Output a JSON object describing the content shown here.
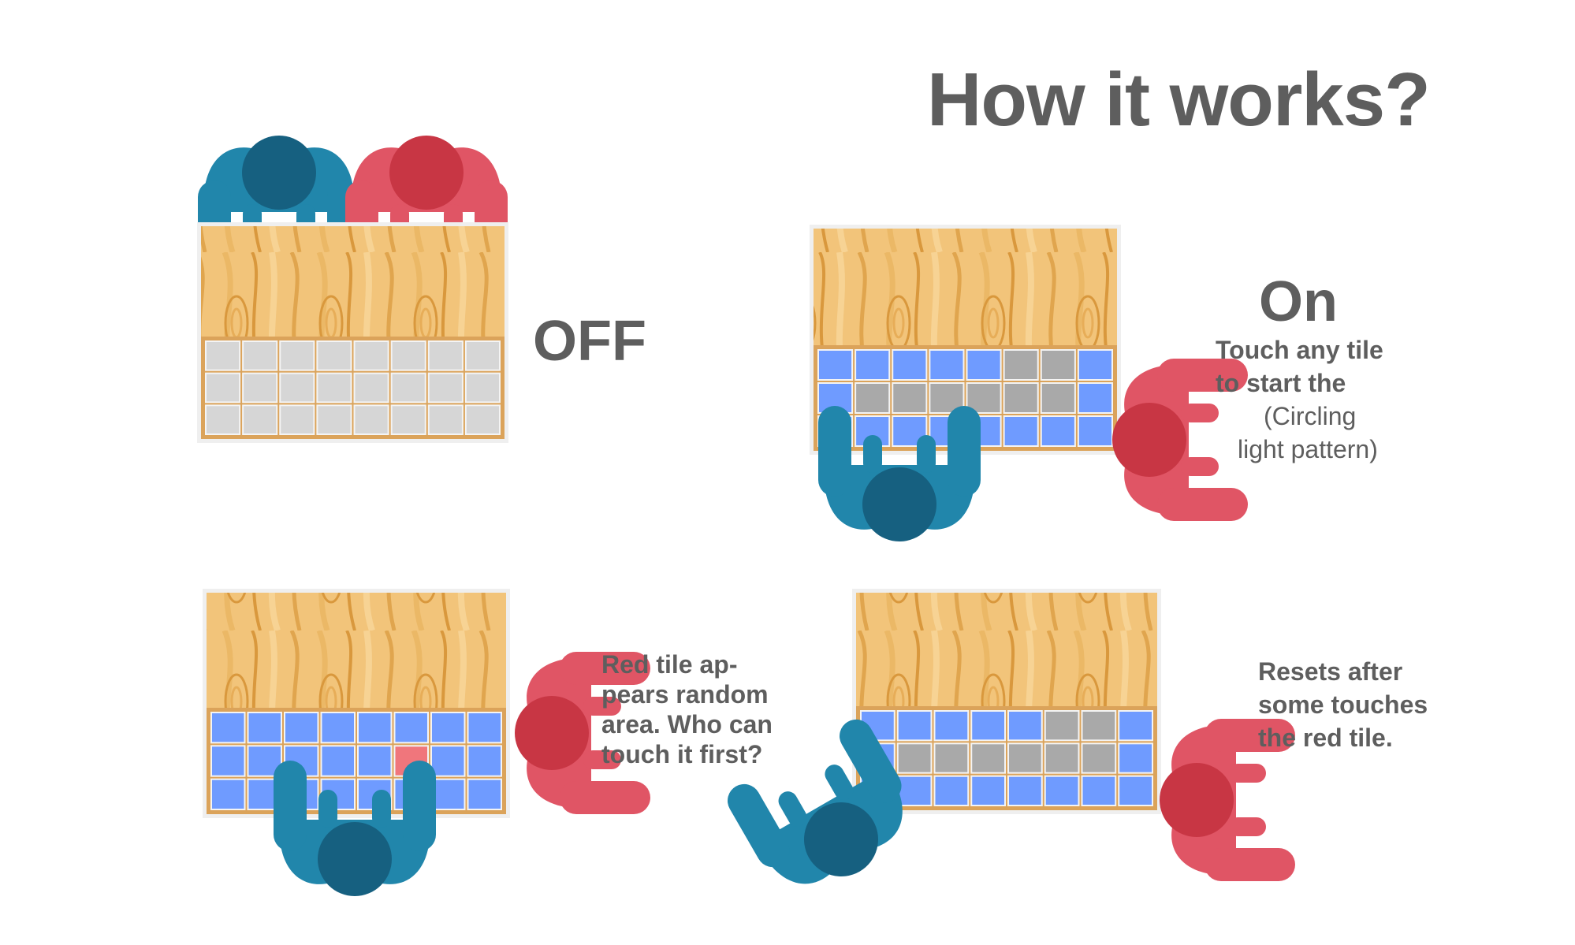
{
  "title": "How it works?",
  "states": {
    "off": {
      "label": "OFF"
    },
    "on": {
      "label": "On",
      "line1": "Touch any tile",
      "line2": "to start the",
      "line3": "(Circling",
      "line4": "light pattern)"
    },
    "game": {
      "line1": "Red tile ap-",
      "line2": "pears random",
      "line3": "area. Who can",
      "line4": "touch it first?"
    },
    "reset": {
      "line1": "Resets after",
      "line2": "some touches",
      "line3": "the red tile."
    }
  },
  "colors": {
    "text": "#5e5e5e",
    "tile_blue": "#6f9bff",
    "tile_gray": "#a9a9a9",
    "tile_off": "#d6d6d6",
    "tile_red": "#f0767c",
    "wood_light": "#f3c57a",
    "wood_dark": "#d99a3e",
    "blue_body": "#2186ab",
    "blue_head": "#166080",
    "red_body": "#e05565",
    "red_head": "#c83644"
  }
}
